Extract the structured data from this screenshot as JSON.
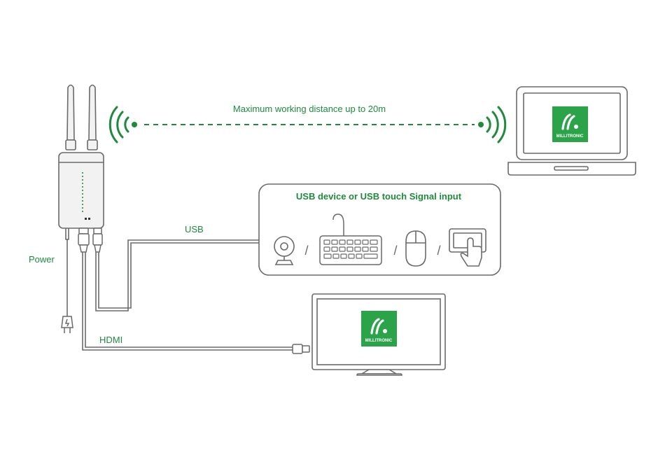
{
  "labels": {
    "distance": "Maximum working distance up to 20m",
    "usb_box_title": "USB device or USB touch Signal input",
    "usb": "USB",
    "power": "Power",
    "hdmi": "HDMI",
    "separator": "/"
  },
  "logo": {
    "text": "MILLITRONIC"
  },
  "colors": {
    "accent": "#1f8a3c",
    "logo_bg": "#2ba349",
    "line": "#6a6a6a",
    "device_fill": "#f2f2f2"
  },
  "icons": [
    "antenna-icon",
    "wifi-signal-icon",
    "laptop-icon",
    "webcam-icon",
    "keyboard-icon",
    "mouse-icon",
    "touch-screen-icon",
    "monitor-icon",
    "power-plug-icon",
    "hdmi-connector-icon",
    "usb-connector-icon"
  ]
}
